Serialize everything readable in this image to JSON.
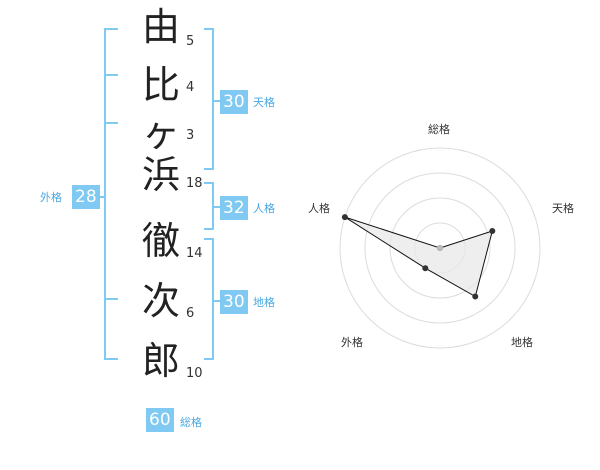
{
  "name_chars": [
    {
      "char": "由",
      "strokes": "5"
    },
    {
      "char": "比",
      "strokes": "4"
    },
    {
      "char": "ヶ",
      "strokes": "3"
    },
    {
      "char": "浜",
      "strokes": "18"
    },
    {
      "char": "徹",
      "strokes": "14"
    },
    {
      "char": "次",
      "strokes": "6"
    },
    {
      "char": "郎",
      "strokes": "10"
    }
  ],
  "kakusu": {
    "tenkaku": {
      "value": "30",
      "label": "天格"
    },
    "jinkaku": {
      "value": "32",
      "label": "人格"
    },
    "chikaku": {
      "value": "30",
      "label": "地格"
    },
    "gaikaku": {
      "value": "28",
      "label": "外格"
    },
    "soukaku": {
      "value": "60",
      "label": "総格"
    }
  },
  "colors": {
    "accent": "#7fc9f2",
    "accent_text": "#4aa8e0"
  },
  "chart_data": {
    "type": "radar",
    "axes": [
      "総格",
      "天格",
      "地格",
      "外格",
      "人格"
    ],
    "values": [
      0.0,
      0.55,
      0.6,
      0.25,
      1.0
    ],
    "ring_count": 4
  }
}
